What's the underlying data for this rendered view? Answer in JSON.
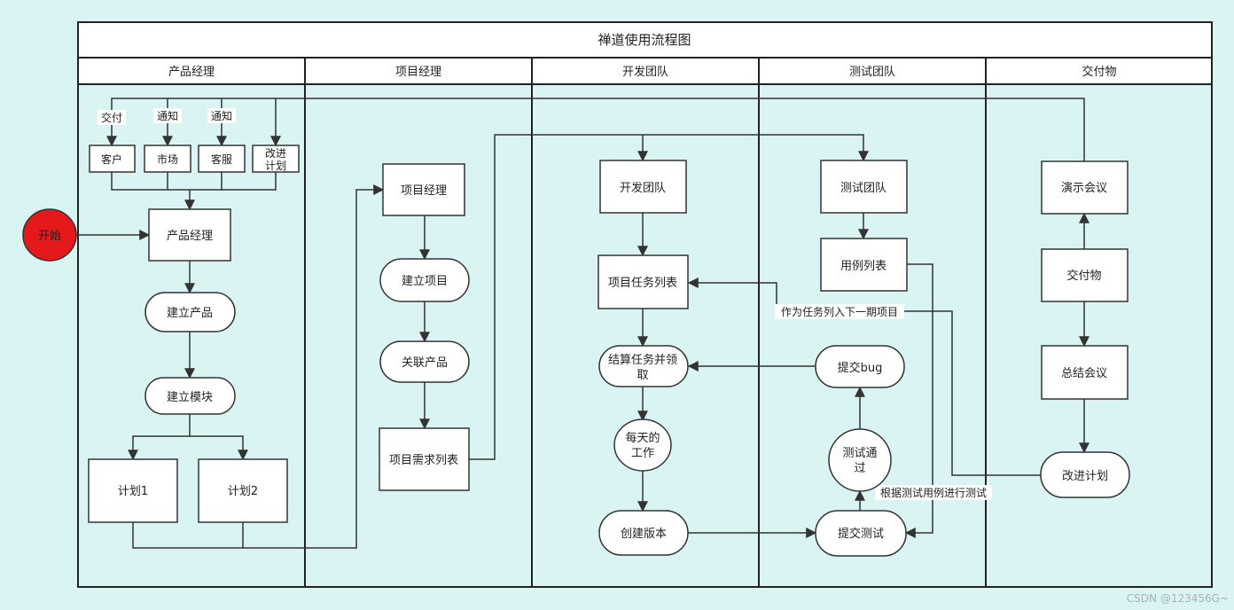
{
  "title": "禅道使用流程图",
  "lanes": [
    "产品经理",
    "项目经理",
    "开发团队",
    "测试团队",
    "交付物"
  ],
  "nodes": {
    "start": "开始",
    "customer": "客户",
    "market": "市场",
    "service": "客服",
    "improve_plan_pm_1": "改进",
    "improve_plan_pm_2": "计划",
    "product_manager": "产品经理",
    "create_product": "建立产品",
    "create_module": "建立模块",
    "plan1": "计划1",
    "plan2": "计划2",
    "project_manager": "项目经理",
    "create_project": "建立项目",
    "link_product": "关联产品",
    "requirement_list": "项目需求列表",
    "dev_team": "开发团队",
    "task_list": "项目任务列表",
    "claim_task_1": "结算任务并领",
    "claim_task_2": "取",
    "daily_work_1": "每天的",
    "daily_work_2": "工作",
    "create_build": "创建版本",
    "test_team": "测试团队",
    "case_list": "用例列表",
    "submit_bug": "提交bug",
    "test_pass_1": "测试通",
    "test_pass_2": "过",
    "submit_test": "提交测试",
    "demo_meeting": "演示会议",
    "deliverable": "交付物",
    "summary_meeting": "总结会议",
    "improve_plan": "改进计划"
  },
  "edge_labels": {
    "deliver": "交付",
    "notify_1": "通知",
    "notify_2": "通知",
    "next_phase": "作为任务列入下一期项目",
    "test_by_case": "根据测试用例进行测试"
  },
  "watermark": "CSDN @123456G~",
  "colors": {
    "background": "#d9f4f3",
    "start_fill": "#e5191b",
    "node_fill": "#ffffff",
    "stroke": "#333333"
  }
}
